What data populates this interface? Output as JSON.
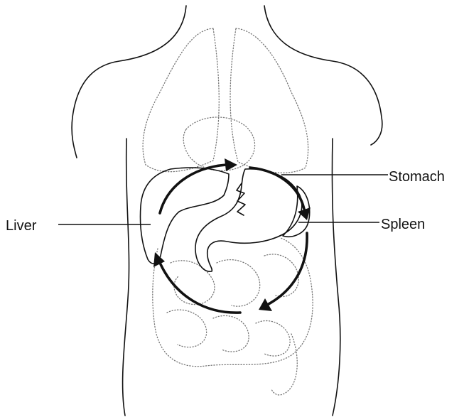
{
  "labels": {
    "stomach": "Stomach",
    "spleen": "Spleen",
    "liver": "Liver"
  },
  "colors": {
    "ink": "#111111",
    "organ_outline": "#777777",
    "background": "#ffffff"
  }
}
